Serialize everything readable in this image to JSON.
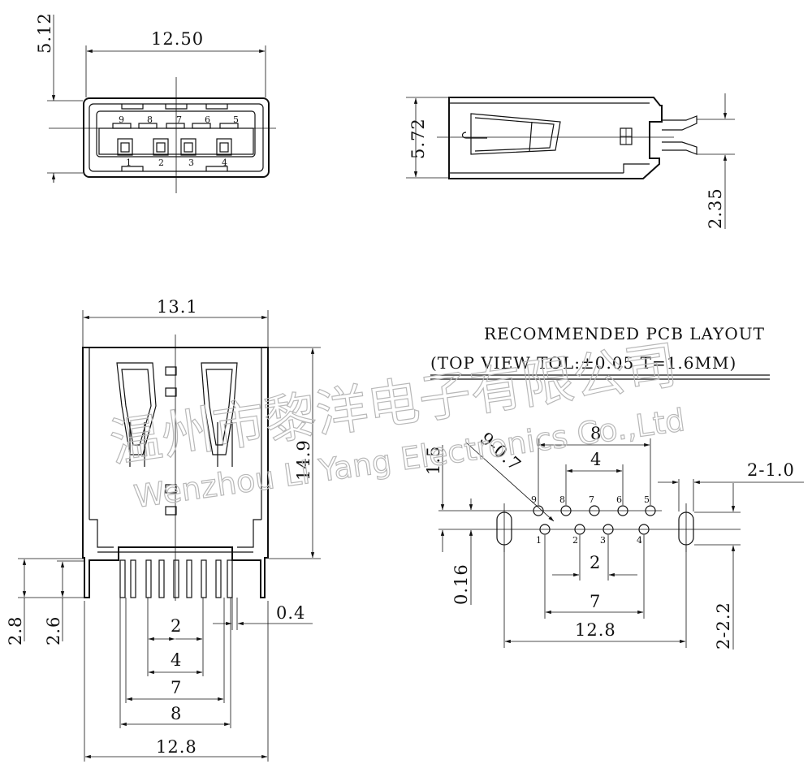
{
  "front_view": {
    "width_dim": "12.50",
    "height_dim": "5.12",
    "pins_top": [
      "9",
      "8",
      "7",
      "6",
      "5"
    ],
    "pins_bottom": [
      "1",
      "2",
      "3",
      "4"
    ]
  },
  "side_view": {
    "height_dim": "5.72",
    "lead_dim": "2.35"
  },
  "top_view": {
    "width_dim": "13.1",
    "length_dim": "14.9",
    "dim_2_8": "2.8",
    "dim_2_6": "2.6",
    "dim_0_4": "0.4",
    "pitch_2": "2",
    "pitch_4": "4",
    "pitch_7": "7",
    "pitch_8": "8",
    "overall_12_8": "12.8"
  },
  "pcb_layout": {
    "title": "RECOMMENDED PCB LAYOUT",
    "subtitle": "(TOP VIEW TOL:±0.05 T=1.6MM)",
    "dim_8": "8",
    "dim_4": "4",
    "dim_1_5": "1.5",
    "hole_callout": "9-0.7",
    "slot_callout": "2-1.0",
    "pins_top": [
      "9",
      "8",
      "7",
      "6",
      "5"
    ],
    "pins_bottom": [
      "1",
      "2",
      "3",
      "4"
    ],
    "dim_2": "2",
    "dim_0_16": "0.16",
    "dim_7": "7",
    "dim_12_8": "12.8",
    "slot_length": "2-2.2"
  },
  "watermark": {
    "chinese": "温州市黎洋电子有限公司",
    "english": "Wenzhou Li Yang Electronics Co.,Ltd"
  }
}
